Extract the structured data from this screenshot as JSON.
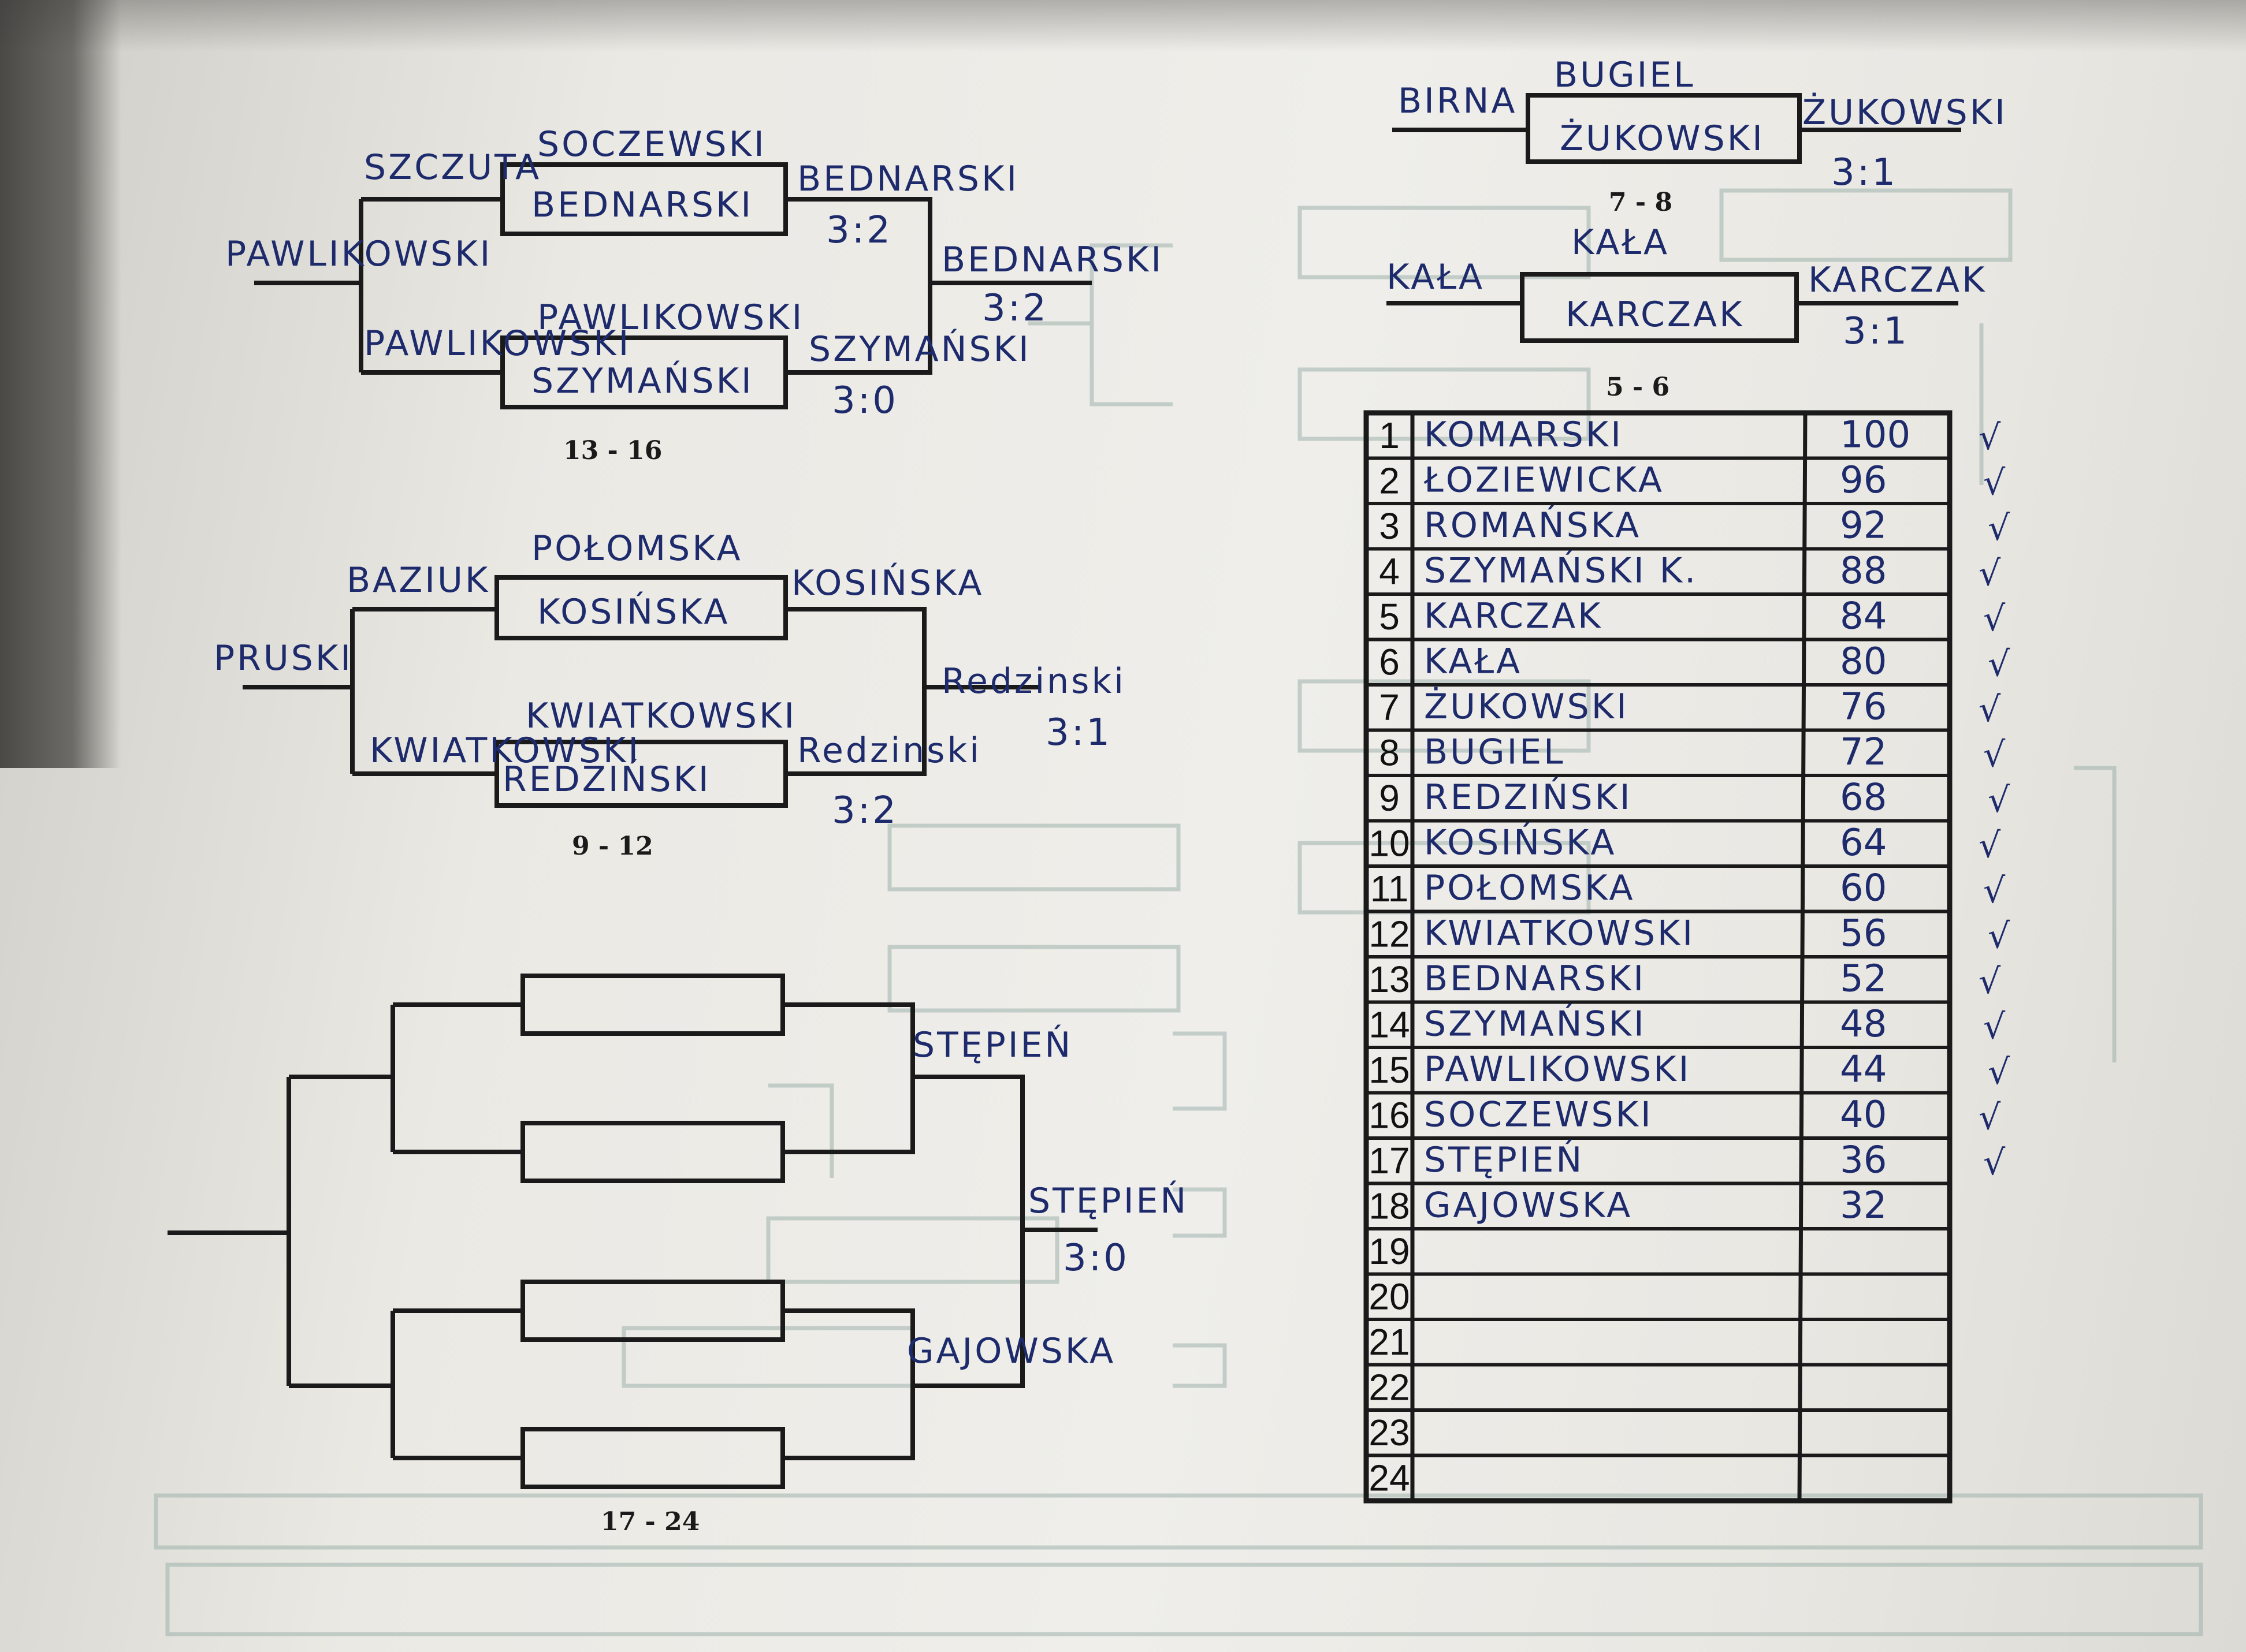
{
  "bracket_13_16": {
    "label": "13 - 16",
    "entry_top": "SZCZUTA",
    "entry_left": "PAWLIKOWSKI",
    "entry_bottom": "PAWLIKOWSKI",
    "box1_top": "SOCZEWSKI",
    "box1_in": "BEDNARSKI",
    "box1_winner": "BEDNARSKI",
    "box1_score": "3:2",
    "box2_top": "PAWLIKOWSKI",
    "box2_in": "SZYMAŃSKI",
    "box2_winner": "SZYMAŃSKI",
    "box2_score": "3:0",
    "final_winner": "BEDNARSKI",
    "final_score": "3:2"
  },
  "bracket_9_12": {
    "label": "9 - 12",
    "entry_top": "BAZIUK",
    "entry_left": "PRUSKI",
    "entry_bottom": "KWIATKOWSKI",
    "box1_top": "POŁOMSKA",
    "box1_in": "KOSIŃSKA",
    "box1_winner": "KOSIŃSKA",
    "box2_top": "KWIATKOWSKI",
    "box2_in": "REDZIŃSKI",
    "box2_winner": "Redzinski",
    "box2_score": "3:2",
    "final_winner": "Redzinski",
    "final_score": "3:1"
  },
  "bracket_17_24": {
    "label": "17 - 24",
    "semi_top": "STĘPIEŃ",
    "semi_bottom": "GAJOWSKA",
    "final_winner": "STĘPIEŃ",
    "final_score": "3:0"
  },
  "match_7_8": {
    "label": "7 - 8",
    "entry_left": "BIRNA",
    "box_top": "BUGIEL",
    "box_in": "ŻUKOWSKI",
    "winner": "ŻUKOWSKI",
    "score": "3:1"
  },
  "match_5_6": {
    "label": "5 - 6",
    "entry_left": "KAŁA",
    "box_top": "KAŁA",
    "box_in": "KARCZAK",
    "winner": "KARCZAK",
    "score": "3:1"
  },
  "ranking": {
    "rows": [
      {
        "rank": "1",
        "name": "KOMARSKI",
        "points": "100"
      },
      {
        "rank": "2",
        "name": "ŁOZIEWICKA",
        "points": "96"
      },
      {
        "rank": "3",
        "name": "ROMAŃSKA",
        "points": "92"
      },
      {
        "rank": "4",
        "name": "SZYMAŃSKI K.",
        "points": "88"
      },
      {
        "rank": "5",
        "name": "KARCZAK",
        "points": "84"
      },
      {
        "rank": "6",
        "name": "KAŁA",
        "points": "80"
      },
      {
        "rank": "7",
        "name": "ŻUKOWSKI",
        "points": "76"
      },
      {
        "rank": "8",
        "name": "BUGIEL",
        "points": "72"
      },
      {
        "rank": "9",
        "name": "REDZIŃSKI",
        "points": "68"
      },
      {
        "rank": "10",
        "name": "KOSIŃSKA",
        "points": "64"
      },
      {
        "rank": "11",
        "name": "POŁOMSKA",
        "points": "60"
      },
      {
        "rank": "12",
        "name": "KWIATKOWSKI",
        "points": "56"
      },
      {
        "rank": "13",
        "name": "BEDNARSKI",
        "points": "52"
      },
      {
        "rank": "14",
        "name": "SZYMAŃSKI",
        "points": "48"
      },
      {
        "rank": "15",
        "name": "PAWLIKOWSKI",
        "points": "44"
      },
      {
        "rank": "16",
        "name": "SOCZEWSKI",
        "points": "40"
      },
      {
        "rank": "17",
        "name": "STĘPIEŃ",
        "points": "36"
      },
      {
        "rank": "18",
        "name": "GAJOWSKA",
        "points": "32"
      },
      {
        "rank": "19",
        "name": "",
        "points": ""
      },
      {
        "rank": "20",
        "name": "",
        "points": ""
      },
      {
        "rank": "21",
        "name": "",
        "points": ""
      },
      {
        "rank": "22",
        "name": "",
        "points": ""
      },
      {
        "rank": "23",
        "name": "",
        "points": ""
      },
      {
        "rank": "24",
        "name": "",
        "points": ""
      }
    ],
    "checkmark": "√",
    "checked_count": 17
  },
  "colors": {
    "ink": "#1d2a6b",
    "print": "#1a1a1a",
    "faded": "#9fb3ad"
  }
}
